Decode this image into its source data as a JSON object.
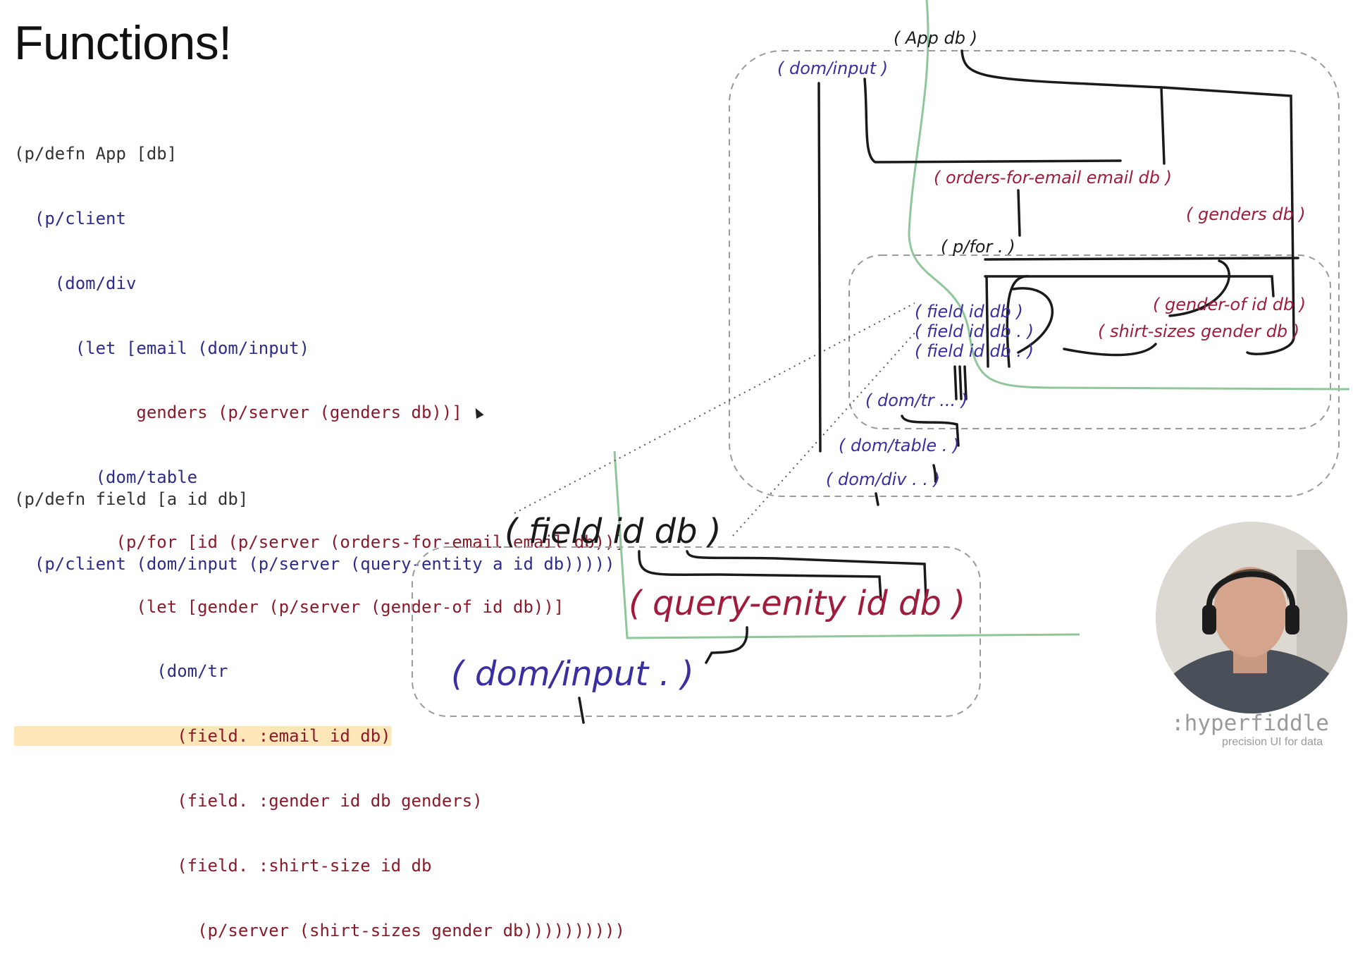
{
  "slide": {
    "title": "Functions!"
  },
  "code_block_1": [
    {
      "text": "(p/defn App [db]"
    },
    {
      "text": "  (p/client"
    },
    {
      "text": "    (dom/div"
    },
    {
      "text": "      (let [email (dom/input)"
    },
    {
      "text": "            genders (p/server (genders db))]"
    },
    {
      "text": "        (dom/table"
    },
    {
      "text": "          (p/for [id (p/server (orders-for-email email db))]"
    },
    {
      "text": "            (let [gender (p/server (gender-of id db))]"
    },
    {
      "text": "              (dom/tr"
    },
    {
      "text": "                (field. :email id db)"
    },
    {
      "text": "                (field. :gender id db genders)"
    },
    {
      "text": "                (field. :shirt-size id db"
    },
    {
      "text": "                  (p/server (shirt-sizes gender db))))))))))"
    }
  ],
  "code_block_2": [
    {
      "text": "(p/defn field [a id db]"
    },
    {
      "text": "  (p/client (dom/input (p/server (query-entity a id db)))))"
    }
  ],
  "diagram": {
    "app_label": "( App db )",
    "dom_input_top": "( dom/input )",
    "orders_for_email": "( orders-for-email email db )",
    "genders_db": "( genders db )",
    "p_for": "( p/for . )",
    "field_1": "( field id db )",
    "field_2": "( field id db . )",
    "field_3": "( field id db . )",
    "gender_of": "( gender-of id db )",
    "shirt_sizes": "( shirt-sizes gender db )",
    "dom_tr": "( dom/tr ... )",
    "dom_table": "( dom/table . )",
    "dom_div": "( dom/div . . )",
    "field_big": "( field id db )",
    "query_enity": "( query-enity id db )",
    "dom_input_big": "( dom/input . )"
  },
  "brand": {
    "name": ":hyperfiddle",
    "tagline": "precision UI for data"
  },
  "colors": {
    "code_keyword": "#2c2c8a",
    "code_value": "#8a1a2a",
    "highlight": "#fde7b8",
    "hand_blue": "#3a2fa0",
    "hand_red": "#a01c3c",
    "hand_black": "#1a1a1a",
    "green_line": "#8fc79a",
    "dashed_box": "#9a9a9a"
  }
}
